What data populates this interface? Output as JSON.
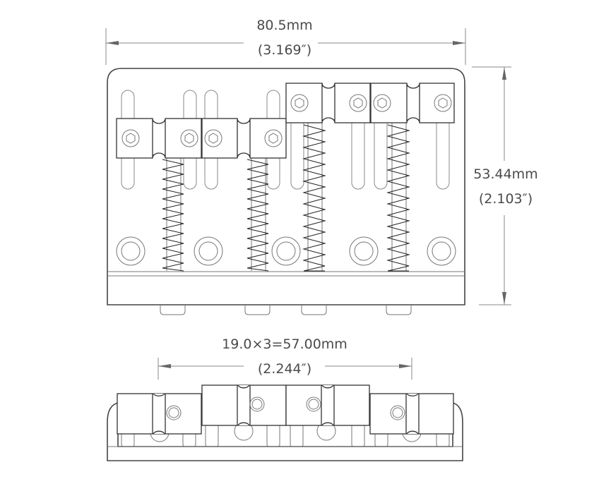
{
  "dimensions": {
    "width": {
      "mm": "80.5mm",
      "inch": "(3.169″)"
    },
    "height": {
      "mm": "53.44mm",
      "inch": "(2.103″)"
    },
    "string_spacing": {
      "mm": "19.0×3=57.00mm",
      "inch": "(2.244″)"
    }
  },
  "views": {
    "top_view": {
      "saddles": 4,
      "springs": 4,
      "mounting_holes": 5,
      "string_ferrules": 4
    },
    "front_view": {
      "saddles": 4
    }
  },
  "colors": {
    "line": "#333333",
    "dimension": "#888888",
    "text": "#4a4a4a"
  }
}
